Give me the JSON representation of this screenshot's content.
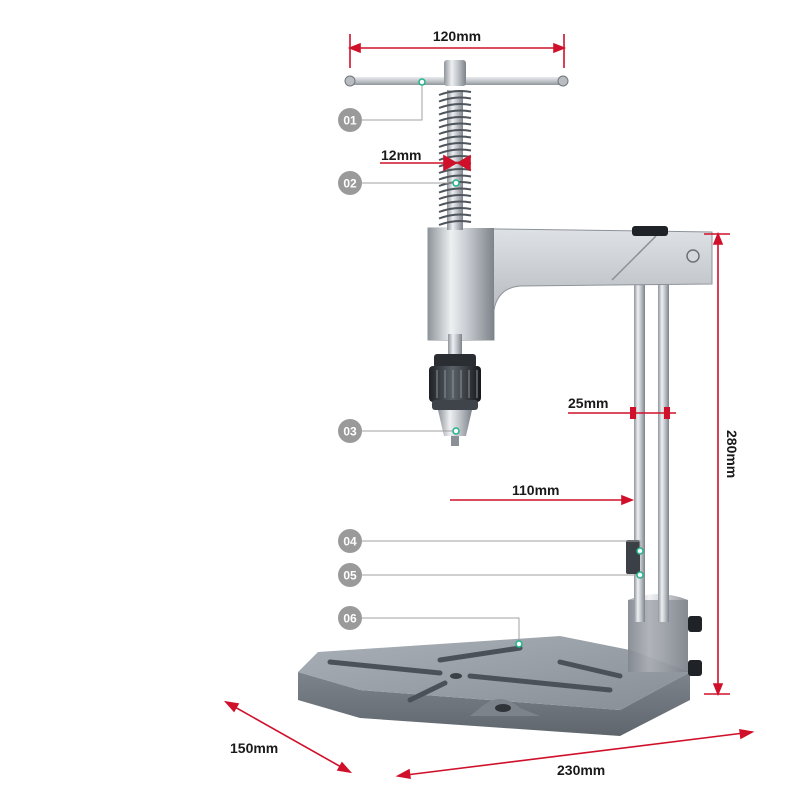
{
  "dimensions": {
    "handle_width": "120mm",
    "screw_diameter": "12mm",
    "column_diameter": "25mm",
    "throat_depth": "110mm",
    "height": "280mm",
    "base_depth": "150mm",
    "base_width": "230mm"
  },
  "callouts": [
    "01",
    "02",
    "03",
    "04",
    "05",
    "06"
  ],
  "colors": {
    "dimension_line": "#d0102a",
    "badge": "#9a9a9a",
    "leader": "#a0a0a0",
    "marker": "#1fb58a",
    "metal": "#c9cdd2",
    "base": "#8f969e"
  }
}
